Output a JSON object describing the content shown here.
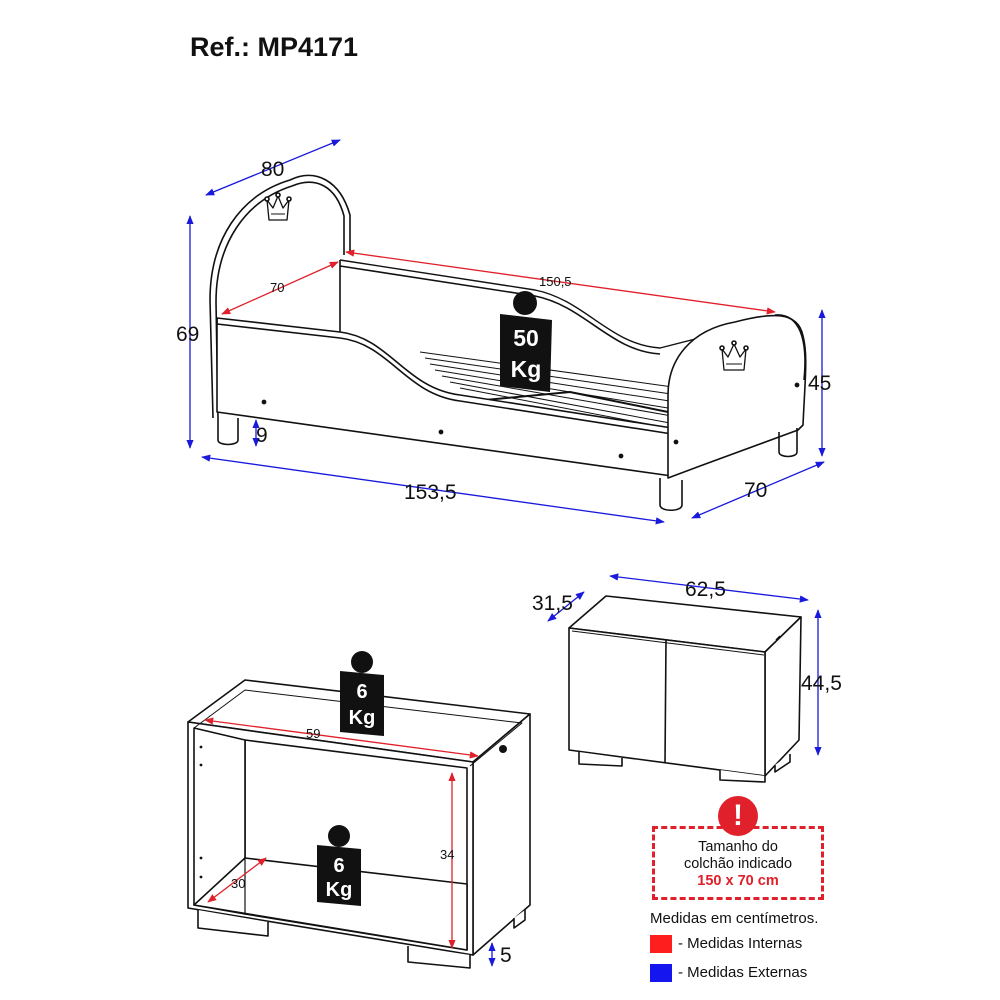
{
  "title": "Ref.: MP4171",
  "colors": {
    "internal": "#e0202a",
    "external": "#1a1adc",
    "outline": "#111111"
  },
  "bed": {
    "headboard_width": "80",
    "total_height": "69",
    "internal_width": "70",
    "internal_length": "150,5",
    "footboard_height": "45",
    "leg_height": "9",
    "total_length": "153,5",
    "total_width": "70",
    "weight_value": "50",
    "weight_unit": "Kg"
  },
  "cabinet": {
    "depth": "31,5",
    "width": "62,5",
    "height": "44,5"
  },
  "shelf": {
    "top_weight_value": "6",
    "top_weight_unit": "Kg",
    "internal_width": "59",
    "internal_height": "34",
    "internal_depth": "30",
    "bottom_weight_value": "6",
    "bottom_weight_unit": "Kg",
    "foot_height": "5"
  },
  "mattress_note": {
    "alert_icon": "exclamation-icon",
    "line1": "Tamanho do",
    "line2": "colchão indicado",
    "size": "150 x 70 cm"
  },
  "legend": {
    "caption": "Medidas em centímetros.",
    "internal_label": "- Medidas Internas",
    "external_label": "- Medidas Externas"
  }
}
